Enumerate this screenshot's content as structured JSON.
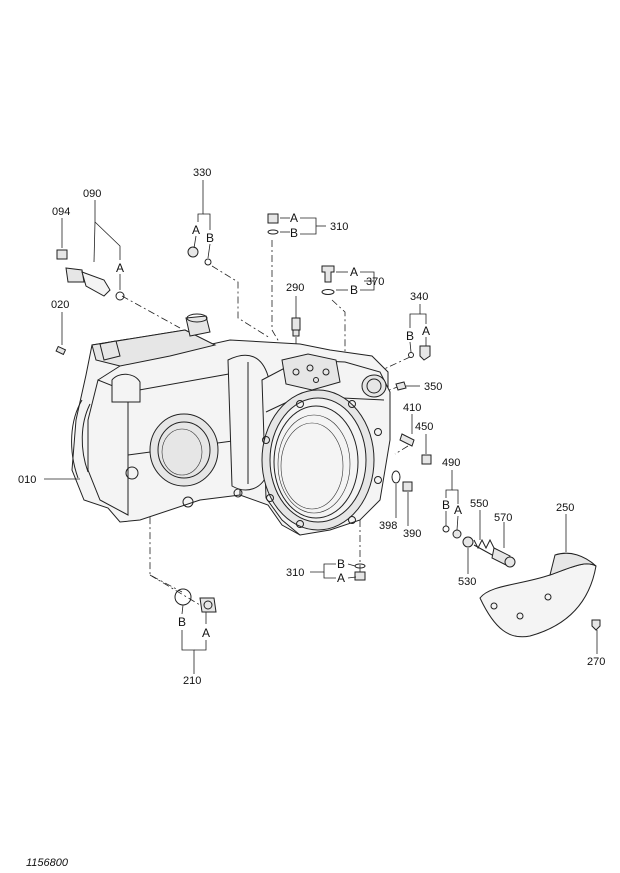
{
  "figure_id": "1156800",
  "part_numbers": {
    "p010": "010",
    "p020": "020",
    "p090": "090",
    "p094": "094",
    "p210": "210",
    "p250": "250",
    "p270": "270",
    "p290": "290",
    "p310_top": "310",
    "p310_bottom": "310",
    "p330": "330",
    "p340": "340",
    "p350": "350",
    "p370": "370",
    "p390": "390",
    "p398": "398",
    "p410": "410",
    "p450": "450",
    "p490": "490",
    "p530": "530",
    "p550": "550",
    "p570": "570"
  },
  "sub_labels": {
    "a": "A",
    "b": "B"
  }
}
